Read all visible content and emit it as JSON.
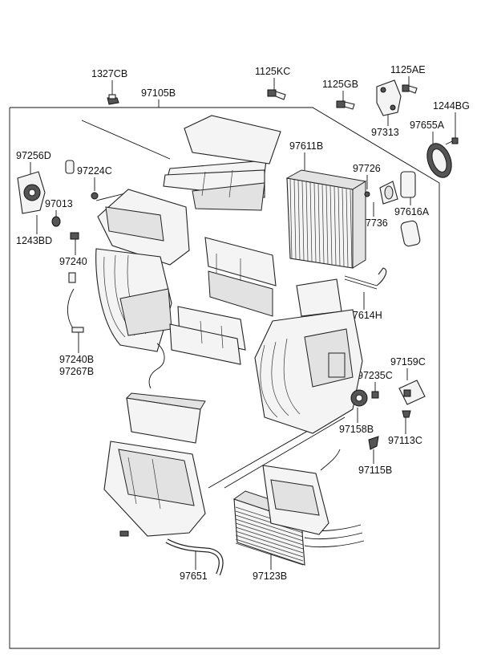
{
  "labels": {
    "l1327CB": "1327CB",
    "l97105B": "97105B",
    "l1125KC": "1125KC",
    "l1125GB": "1125GB",
    "l1125AE": "1125AE",
    "l1244BG": "1244BG",
    "l97313": "97313",
    "l97655A": "97655A",
    "l97611B": "97611B",
    "l97726": "97726",
    "l97736": "97736",
    "l97616A": "97616A",
    "l97256D": "97256D",
    "l97224C": "97224C",
    "l97013": "97013",
    "l1243BD": "1243BD",
    "l97240": "97240",
    "l97240B": "97240B",
    "l97267B": "97267B",
    "l97614H": "97614H",
    "l97159C": "97159C",
    "l97235C": "97235C",
    "l97158B": "97158B",
    "l97113C": "97113C",
    "l97115B": "97115B",
    "l97651": "97651",
    "l97123B": "97123B"
  }
}
